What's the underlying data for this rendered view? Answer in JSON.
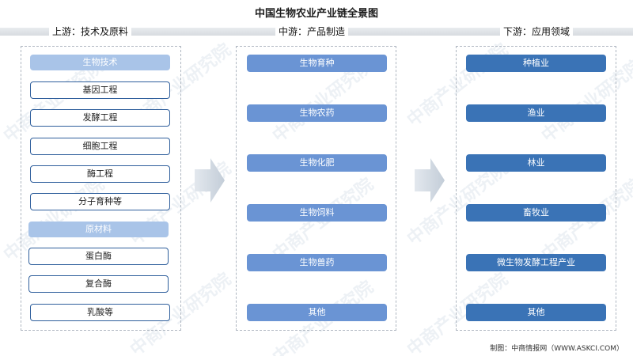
{
  "title": "中国生物农业产业链全景图",
  "headers": {
    "upstream": "上游：技术及原料",
    "midstream": "中游：产品制造",
    "downstream": "下游：应用领域"
  },
  "upstream": {
    "tech_category": "生物技术",
    "tech_items": [
      "基因工程",
      "发酵工程",
      "细胞工程",
      "酶工程",
      "分子育种等"
    ],
    "material_category": "原材料",
    "material_items": [
      "蛋白酶",
      "复合酶",
      "乳酸等"
    ]
  },
  "midstream": {
    "items": [
      "生物育种",
      "生物农药",
      "生物化肥",
      "生物饲料",
      "生物兽药",
      "其他"
    ]
  },
  "downstream": {
    "items": [
      "种植业",
      "渔业",
      "林业",
      "畜牧业",
      "微生物发酵工程产业",
      "其他"
    ]
  },
  "watermark": "中商产业研究院",
  "footer": "制图：中商情报网（WWW.ASKCI.COM）",
  "colors": {
    "category_fill": "#a9c4e8",
    "midstream_fill": "#6a94d4",
    "downstream_fill": "#3a73b6",
    "outline": "#2f5f9c"
  }
}
